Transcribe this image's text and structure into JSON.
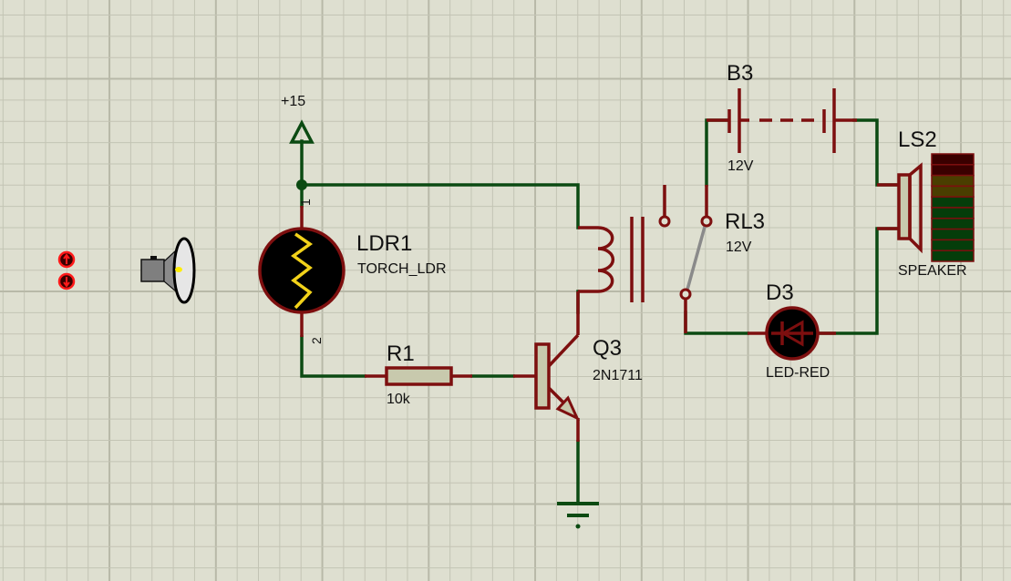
{
  "app": "Schematic capture (circuit editor)",
  "colors": {
    "background": "#dedfd0",
    "grid_minor": "#c3c4b4",
    "grid_major": "#b8b9a8",
    "wire": "#0b4a12",
    "component": "#7d0f0f",
    "component_fill": "#c8c9ad",
    "ldr_zigzag": "#f2d21a",
    "switch_arm": "#8a8a8a",
    "probe_red": "#ff1a1a"
  },
  "toolbox": {
    "probe_up_icon": "logic-probe-up",
    "probe_down_icon": "logic-probe-down",
    "torch_icon": "torch-flashlight"
  },
  "power": {
    "label": "+15"
  },
  "components": {
    "ldr": {
      "ref": "LDR1",
      "value": "TORCH_LDR",
      "pin1": "1",
      "pin2": "2"
    },
    "resistor": {
      "ref": "R1",
      "value": "10k"
    },
    "transistor": {
      "ref": "Q3",
      "value": "2N1711"
    },
    "relay": {
      "ref": "RL3",
      "value": "12V"
    },
    "battery": {
      "ref": "B3",
      "value": "12V"
    },
    "led": {
      "ref": "D3",
      "value": "LED-RED"
    },
    "speaker": {
      "ref": "LS2",
      "value": "SPEAKER",
      "level_bars": [
        "#3a0000",
        "#3a0000",
        "#4a3e00",
        "#4a3e00",
        "#053d0a",
        "#053d0a",
        "#053d0a",
        "#053d0a",
        "#053d0a",
        "#053d0a"
      ]
    }
  }
}
